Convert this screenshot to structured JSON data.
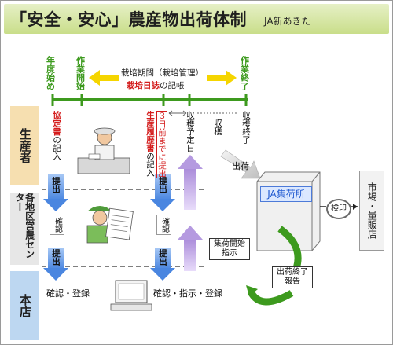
{
  "title": "「安全・安心」農産物出荷体制",
  "org": "JA新あきた",
  "timeline": {
    "phases": [
      "年度始め",
      "作業開始",
      "作業終了"
    ],
    "period": "栽培期間（栽培管理）",
    "diary": "栽培日誌",
    "diary_suffix": "の記帳",
    "marks": {
      "kyoteisho": "協定書",
      "kyoteisho_suffix": "の記入",
      "before3": "３日前までに提出",
      "seisan": "生産履歴書",
      "seisan_suffix": "の記入",
      "harvest_plan": "収穫予定日",
      "harvest": "収穫",
      "harvest_end": "収穫終了"
    }
  },
  "lanes": {
    "producer": "生産者",
    "center": "各地区営農センター",
    "honten": "本店"
  },
  "flow": {
    "submit1": "提出",
    "confirm1": "確認",
    "submit2": "提出",
    "submit3": "提出",
    "confirm2": "確認",
    "submit4": "提出",
    "honten_left": "確認・登録",
    "honten_right": "確認・指示・登録",
    "shipping": "出荷"
  },
  "nodes": {
    "ja": "JA集荷所",
    "inspect": "検印",
    "market": "市場・量販店",
    "ship_start": "集荷開始指示",
    "ship_done": "出荷終了報告"
  },
  "colors": {
    "green": "#3d9a1e",
    "red": "#d41d1d",
    "yellow": "#f5d500",
    "purple": "#b59ae0",
    "blue": "#5b93e6",
    "lane_producer": "#f6dfb0",
    "lane_center": "#e7e7e7",
    "lane_honten": "#bdd7f1"
  }
}
